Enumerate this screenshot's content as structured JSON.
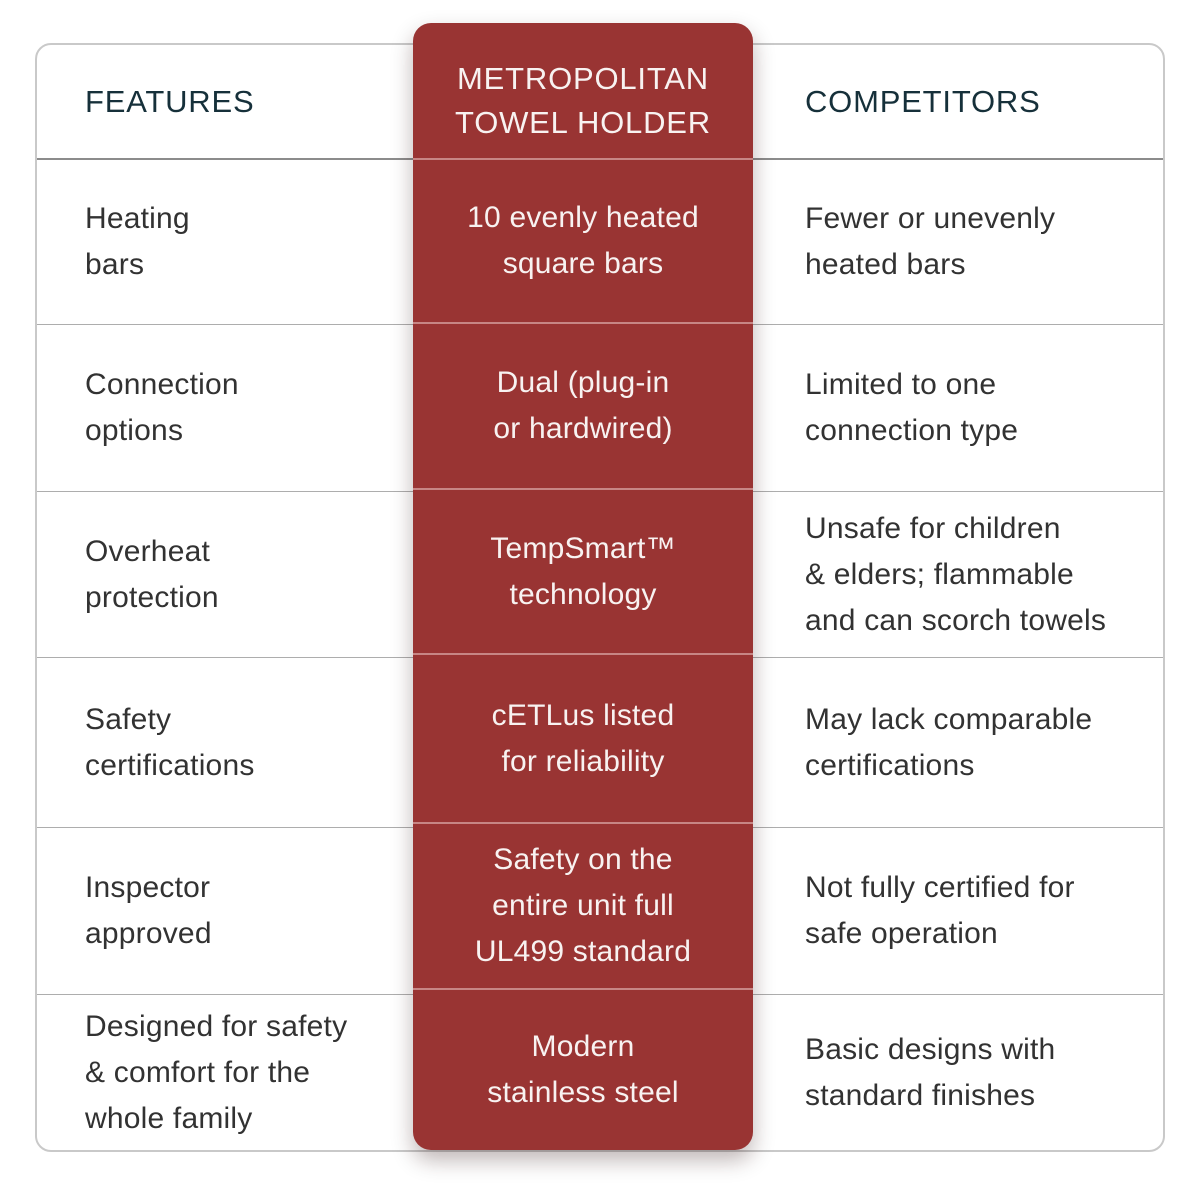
{
  "chart_data": {
    "type": "table",
    "headers": {
      "features": "FEATURES",
      "product": "METROPOLITAN\nTOWEL HOLDER",
      "competitors": "COMPETITORS"
    },
    "rows": [
      {
        "feature": "Heating\nbars",
        "product": "10 evenly heated\nsquare bars",
        "competitors": "Fewer or unevenly\nheated bars"
      },
      {
        "feature": "Connection\noptions",
        "product": "Dual (plug-in\nor hardwired)",
        "competitors": "Limited to one\nconnection type"
      },
      {
        "feature": "Overheat\nprotection",
        "product": "TempSmart™\ntechnology",
        "competitors": "Unsafe for children\n& elders; flammable\nand can scorch towels"
      },
      {
        "feature": "Safety\ncertifications",
        "product": "cETLus listed\nfor reliability",
        "competitors": "May lack comparable\ncertifications"
      },
      {
        "feature": "Inspector\napproved",
        "product": "Safety on the\nentire unit full\nUL499 standard",
        "competitors": "Not fully certified for\nsafe operation"
      },
      {
        "feature": "Designed for safety\n& comfort for the\nwhole family",
        "product": "Modern\nstainless steel",
        "competitors": "Basic designs with\nstandard finishes"
      }
    ],
    "layout": {
      "legend": "none",
      "grid": "horizontal-row-separators",
      "highlight_column": "METROPOLITAN TOWEL HOLDER",
      "column_alignment": [
        "left",
        "center",
        "left"
      ]
    },
    "colors": {
      "highlight_bg": "#993433",
      "highlight_text": "#F8F2F1",
      "highlight_divider": "#E8C2C0",
      "header_text": "#16303A",
      "body_text": "#323232",
      "row_line": "#ADADAD",
      "header_line": "#8C8C8C",
      "table_border": "#C9C9C9",
      "background": "#FFFFFF"
    }
  }
}
